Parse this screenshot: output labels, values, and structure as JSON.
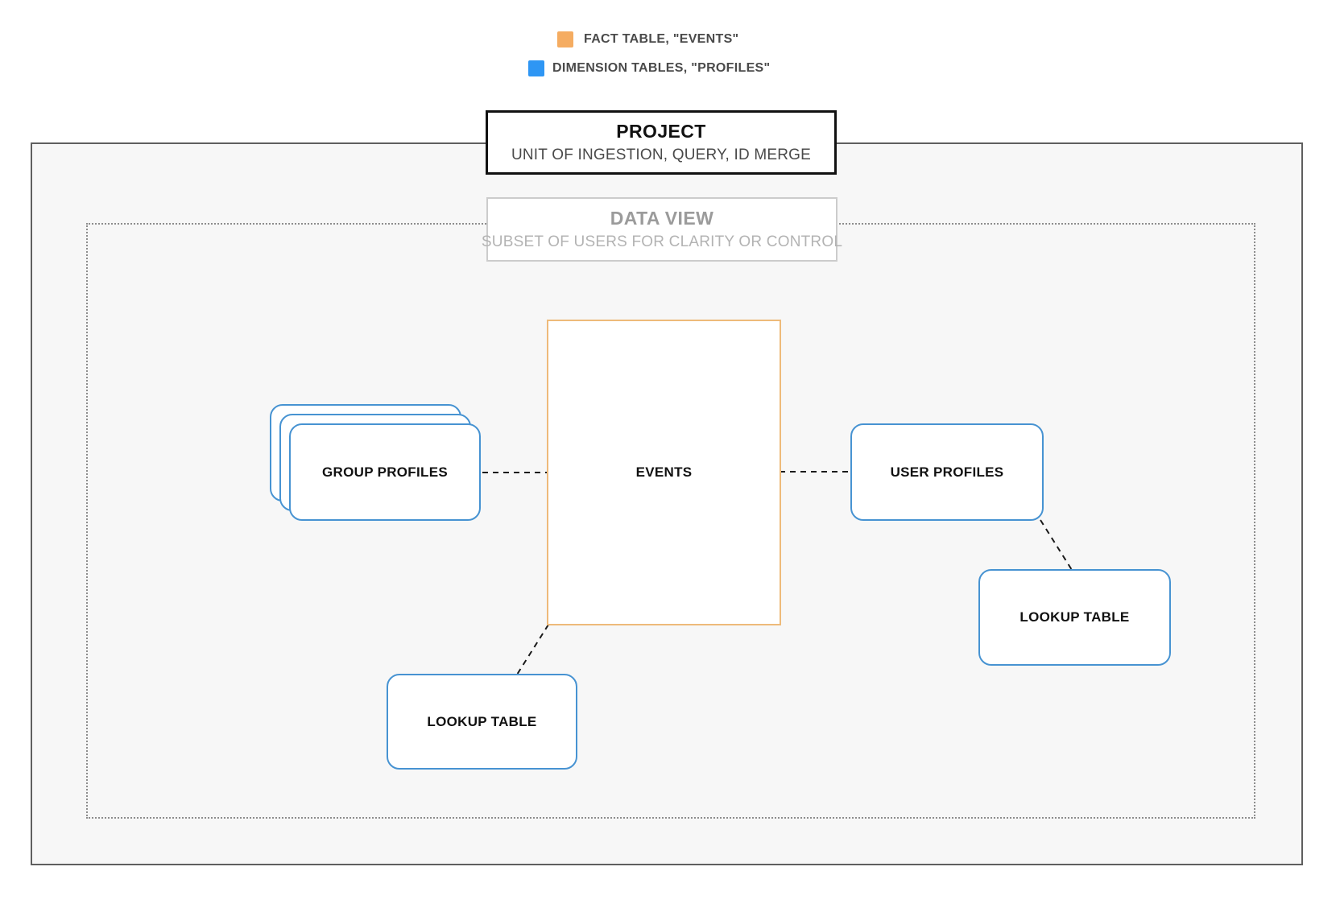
{
  "legend": {
    "items": [
      {
        "name": "fact-table",
        "label": "FACT TABLE, \"EVENTS\"",
        "color": "#F5AC61"
      },
      {
        "name": "dimension-tables",
        "label": "DIMENSION TABLES, \"PROFILES\"",
        "color": "#2E96F4"
      }
    ]
  },
  "project_box": {
    "title": "PROJECT",
    "subtitle": "UNIT OF INGESTION, QUERY, ID MERGE"
  },
  "data_view_box": {
    "title": "DATA VIEW",
    "subtitle": "SUBSET OF USERS FOR CLARITY OR CONTROL"
  },
  "nodes": {
    "events": {
      "label": "EVENTS",
      "border_color": "#EEBA7A"
    },
    "group_profiles": {
      "label": "GROUP PROFILES",
      "border_color": "#4793D2"
    },
    "user_profiles": {
      "label": "USER PROFILES",
      "border_color": "#4793D2"
    },
    "lookup_table_bottom": {
      "label": "LOOKUP TABLE",
      "border_color": "#4793D2"
    },
    "lookup_table_right": {
      "label": "LOOKUP TABLE",
      "border_color": "#4793D2"
    }
  },
  "colors": {
    "outer_border": "#5F5F5F",
    "dotted_border": "#8D8D8D",
    "canvas_inner_bg": "#F7F7F7",
    "connector": "#1A1A1A"
  }
}
